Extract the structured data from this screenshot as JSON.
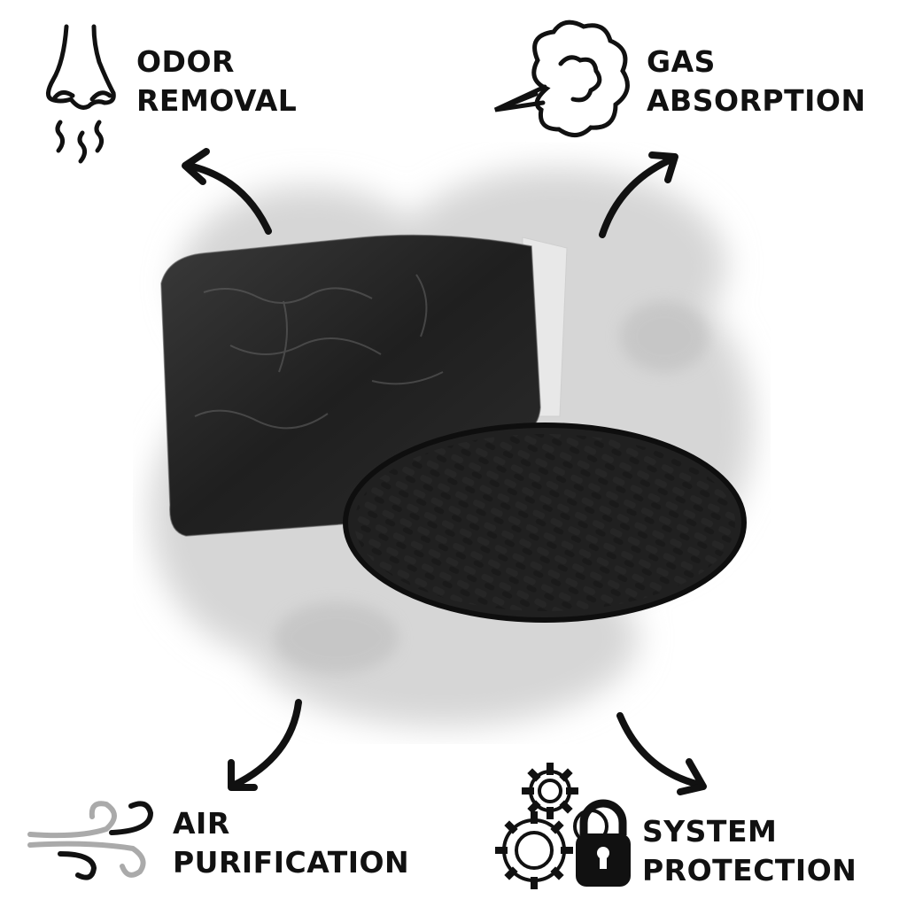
{
  "features": [
    {
      "id": "odor-removal",
      "line1": "ODOR",
      "line2": "REMOVAL",
      "icon": "nose-icon"
    },
    {
      "id": "gas-absorption",
      "line1": "GAS",
      "line2": "ABSORPTION",
      "icon": "cloud-puff-icon"
    },
    {
      "id": "air-purification",
      "line1": "AIR",
      "line2": "PURIFICATION",
      "icon": "wind-icon"
    },
    {
      "id": "system-protection",
      "line1": "SYSTEM",
      "line2": "PROTECTION",
      "icon": "gears-lock-icon"
    }
  ],
  "product": {
    "items": [
      "activated-carbon-bag",
      "bowl-of-carbon-pellets"
    ]
  },
  "colors": {
    "text": "#111111",
    "background": "#ffffff",
    "smoke": "#cfcfcf",
    "carbon": "#1c1c1c"
  }
}
